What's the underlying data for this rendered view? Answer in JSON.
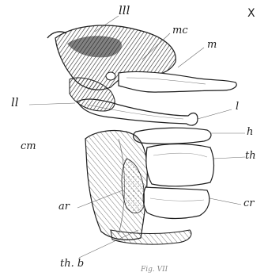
{
  "figure": {
    "plate_mark": "X",
    "caption": "Fig. VII",
    "ink_color": "#1e1e1e",
    "paper_color": "#ffffff",
    "labels": {
      "lll": "lll",
      "mc": "mc",
      "m": "m",
      "ll": "ll",
      "l": "l",
      "h": "h",
      "cm": "cm",
      "th": "th",
      "ar": "ar",
      "cr": "cr",
      "thb": "th. b"
    }
  }
}
